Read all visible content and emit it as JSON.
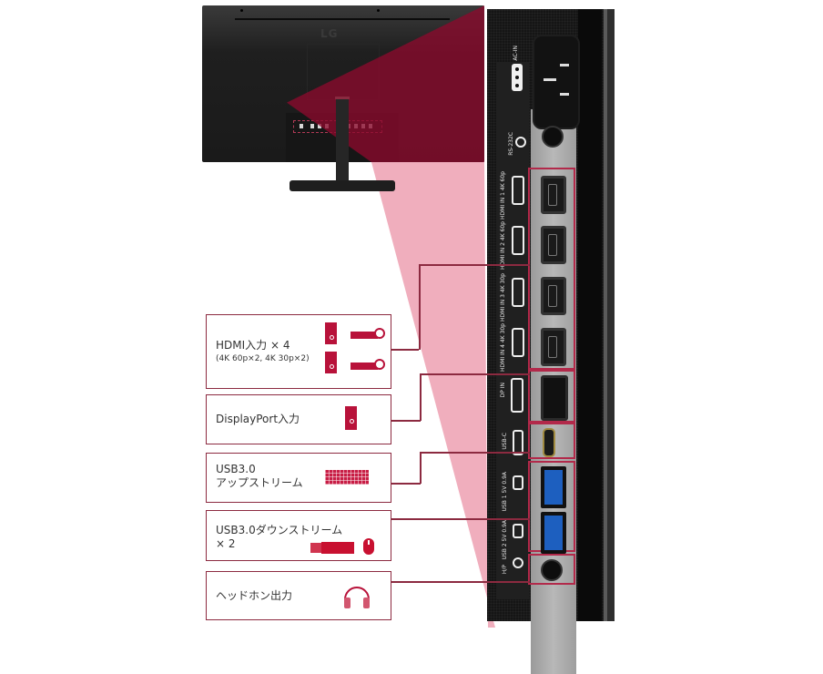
{
  "product": {
    "brand_logo": "LG",
    "view": "monitor rear with I/O port callouts"
  },
  "colors": {
    "accent": "#b8123a",
    "callout_border": "#8c2a40",
    "beam_pink": "#f0aebd",
    "beam_dark": "#8c0a2d",
    "panel_black": "#151515"
  },
  "port_panel": {
    "labels": [
      {
        "id": "power",
        "text": "AC-IN"
      },
      {
        "id": "rs232c",
        "text": "RS-232C"
      },
      {
        "id": "hdmi1",
        "text": "HDMI IN 1 4K 60p"
      },
      {
        "id": "hdmi2",
        "text": "HDMI IN 2 4K 60p"
      },
      {
        "id": "hdmi3",
        "text": "HDMI IN 3 4K 30p"
      },
      {
        "id": "hdmi4",
        "text": "HDMI IN 4 4K 30p"
      },
      {
        "id": "dp",
        "text": "DP IN"
      },
      {
        "id": "usbc",
        "text": "USB-C"
      },
      {
        "id": "usb1",
        "text": "USB 1 5V 0.9A"
      },
      {
        "id": "usb2",
        "text": "USB 2 5V 0.9A"
      },
      {
        "id": "hp",
        "text": "H/P"
      }
    ]
  },
  "callouts": [
    {
      "id": "hdmi",
      "title": "HDMI入力 × 4",
      "subtitle": "(4K 60p×2, 4K 30p×2)",
      "icons": [
        "pc-tower-icon",
        "game-console-icon",
        "pc-tower-icon",
        "game-console-icon"
      ]
    },
    {
      "id": "displayport",
      "title": "DisplayPort入力",
      "icons": [
        "pc-tower-icon"
      ]
    },
    {
      "id": "usb_up",
      "title": "USB3.0\nアップストリーム",
      "icons": [
        "keyboard-icon"
      ]
    },
    {
      "id": "usb_down",
      "title": "USB3.0ダウンストリーム\n× 2",
      "icons": [
        "usb-stick-icon",
        "mouse-icon"
      ]
    },
    {
      "id": "headphone",
      "title": "ヘッドホン出力",
      "icons": [
        "headphones-icon"
      ]
    }
  ]
}
